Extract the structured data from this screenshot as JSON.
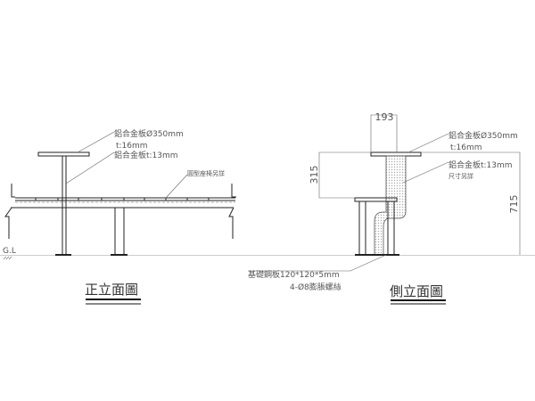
{
  "front_elevation": {
    "title": "正立面圖",
    "label_top_plate": "鋁合金板Ø350mm",
    "label_top_thickness": "t:16mm",
    "label_pole_plate": "鋁合金板t:13mm",
    "label_bench": "圓型座椅另詳",
    "ground_label": "G.L"
  },
  "side_elevation": {
    "title": "側立面圖",
    "dim_width": "193",
    "dim_height_upper": "315",
    "dim_height_total": "715",
    "label_top_plate": "鋁合金板Ø350mm",
    "label_top_thickness": "t:16mm",
    "label_pole_plate": "鋁合金板t:13mm",
    "label_pole_note": "尺寸另詳",
    "label_base_plate": "基礎鋼板120*120*5mm",
    "label_bolts": "4-Ø8膨脹螺絲"
  }
}
